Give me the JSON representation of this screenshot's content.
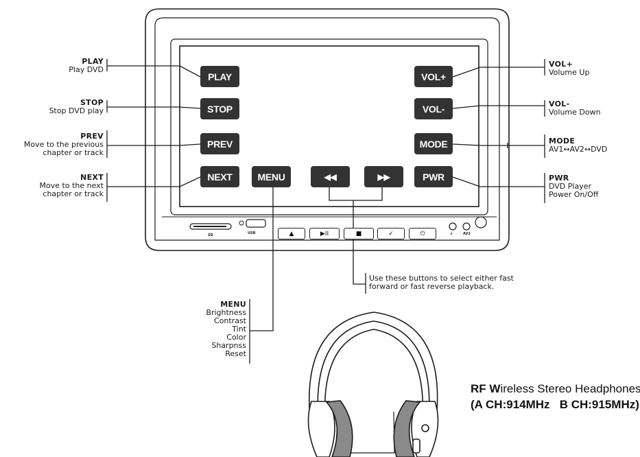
{
  "screen_buttons": {
    "play": "PLAY",
    "stop": "STOP",
    "prev": "PREV",
    "next": "NEXT",
    "menu": "MENU",
    "rewind": "◀◀",
    "forward": "▶▶",
    "vol_up": "VOL+",
    "vol_down": "VOL-",
    "mode": "MODE",
    "pwr": "PWR"
  },
  "bottom_panel": {
    "sd_label": "SD",
    "usb_label": "USB",
    "av2_label": "AV2",
    "headphone_glyph": "∩",
    "eject_glyph": "▲",
    "playpause_glyph": "▶II",
    "stop_glyph": "■",
    "enter_glyph": "✓",
    "power_glyph": "⏻"
  },
  "left_labels": [
    {
      "title": "PLAY",
      "desc": [
        "Play DVD"
      ]
    },
    {
      "title": "STOP",
      "desc": [
        "Stop DVD play"
      ]
    },
    {
      "title": "PREV",
      "desc": [
        "Move to the previous",
        "chapter or track"
      ]
    },
    {
      "title": "NEXT",
      "desc": [
        "Move to the next",
        "chapter or track"
      ]
    }
  ],
  "right_labels": [
    {
      "title": "VOL+",
      "desc": [
        "Volume Up"
      ]
    },
    {
      "title": "VOL-",
      "desc": [
        "Volume Down"
      ]
    },
    {
      "title": "MODE",
      "desc": [
        "AV1↔AV2↔DVD"
      ]
    },
    {
      "title": "PWR",
      "desc": [
        "DVD Player",
        "Power On/Off"
      ]
    }
  ],
  "menu_label": {
    "title": "MENU",
    "items": [
      "Brightness",
      "Contrast",
      "Tint",
      "Color",
      "Sharpnss",
      "Reset"
    ]
  },
  "ff_note": [
    "Use these buttons to select either fast",
    "forward or fast reverse playback."
  ],
  "headphone_caption": {
    "line1_bold_r": "RF",
    "line1_bold_w": "W",
    "line1_rest": "ireless Stereo Headphones",
    "line2": "(A CH:914MHz   B CH:915MHz)"
  },
  "colors": {
    "button_fill": "#333333",
    "line": "#1a1a1a",
    "earcup": "#8a8a8a"
  }
}
